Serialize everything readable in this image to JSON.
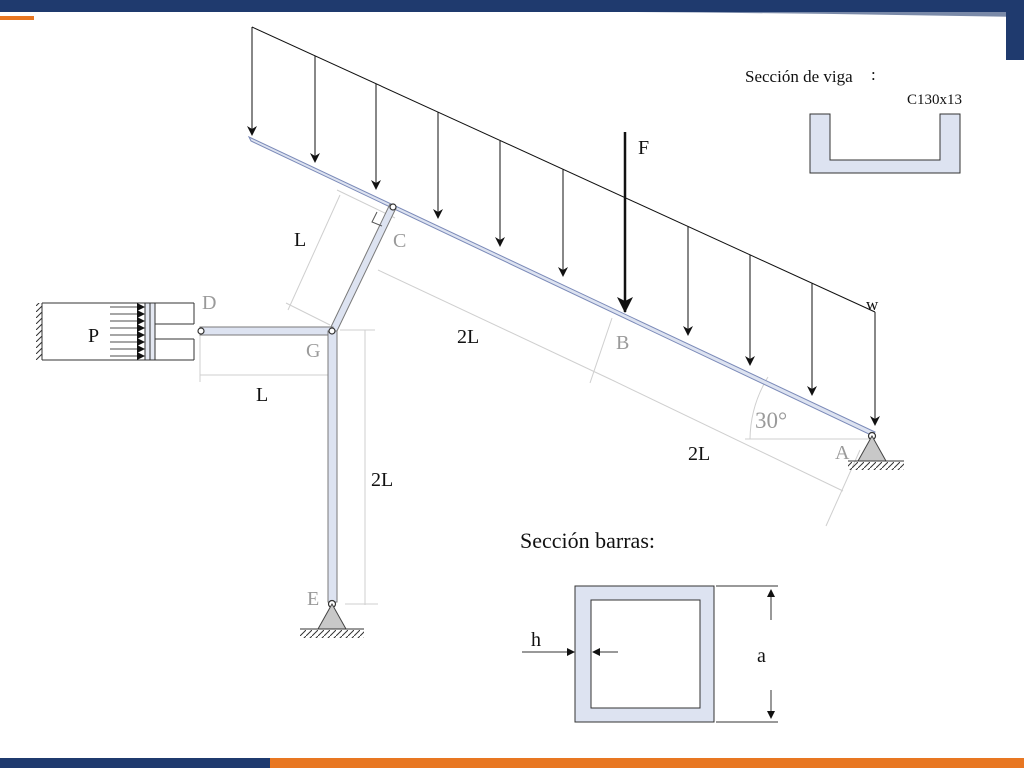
{
  "labels": {
    "F": "F",
    "w": "w",
    "A": "A",
    "B": "B",
    "C": "C",
    "D": "D",
    "E": "E",
    "G": "G",
    "P": "P",
    "angle": "30°",
    "dim_CG": "L",
    "dim_CB": "2L",
    "dim_BA": "2L",
    "dim_DG": "L",
    "dim_GE": "2L",
    "h": "h",
    "a": "a"
  },
  "beam_section": {
    "title": "Sección de viga",
    "colon": ":",
    "profile": "C130x13"
  },
  "bar_section": {
    "title": "Sección barras:"
  },
  "colors": {
    "member_fill": "#dde3f1",
    "header_blue": "#1f3a6e",
    "footer_orange": "#e87722"
  }
}
